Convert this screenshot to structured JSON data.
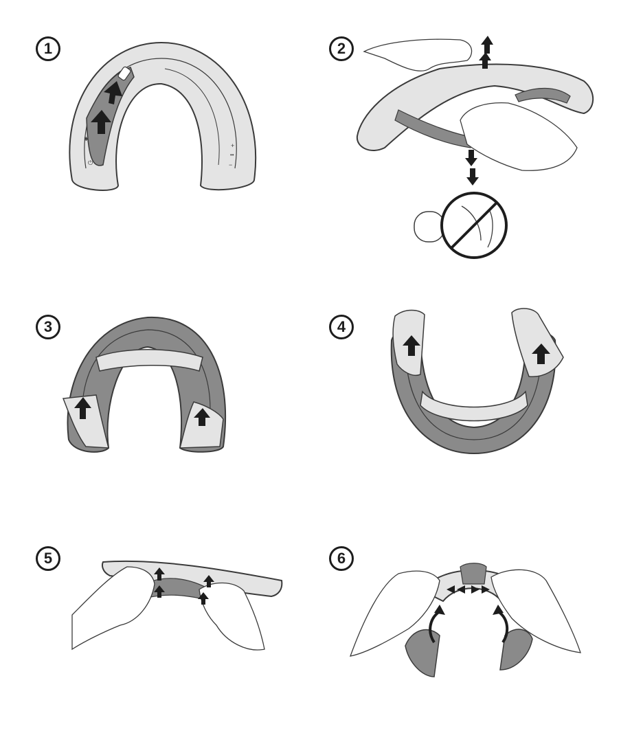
{
  "steps": [
    {
      "number": "1",
      "illustration": "horseshoe-band-arrows-up"
    },
    {
      "number": "2",
      "illustration": "hands-pulling-cover"
    },
    {
      "number": "3",
      "illustration": "band-cover-arrows"
    },
    {
      "number": "4",
      "illustration": "band-flipped-arrows"
    },
    {
      "number": "5",
      "illustration": "hands-stretching-cover"
    },
    {
      "number": "6",
      "illustration": "hands-curving-band"
    }
  ],
  "colors": {
    "outline": "#3a3a3a",
    "light": "#e4e4e4",
    "dark": "#8a8a8a",
    "arrow": "#1d1d1d"
  }
}
